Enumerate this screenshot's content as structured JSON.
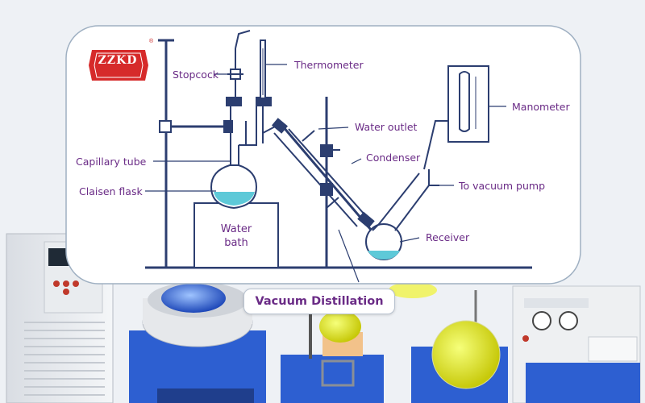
{
  "logo": {
    "text": "ZZKD",
    "mark": "®",
    "color": "#d62a2a"
  },
  "diagram": {
    "labels": {
      "stopcock": "Stopcock",
      "thermometer": "Thermometer",
      "manometer": "Manometer",
      "water_outlet": "Water outlet",
      "capillary_tube": "Capillary tube",
      "condenser": "Condenser",
      "claisen_flask": "Claisen flask",
      "to_vacuum_pump": "To vacuum pump",
      "water_bath_line1": "Water",
      "water_bath_line2": "bath",
      "receiver": "Receiver"
    },
    "label_color": "#6a2b86",
    "line_color": "#2c3e70",
    "liquid_color": "#5ec9d8"
  },
  "caption": {
    "text": "Vacuum Distillation"
  }
}
